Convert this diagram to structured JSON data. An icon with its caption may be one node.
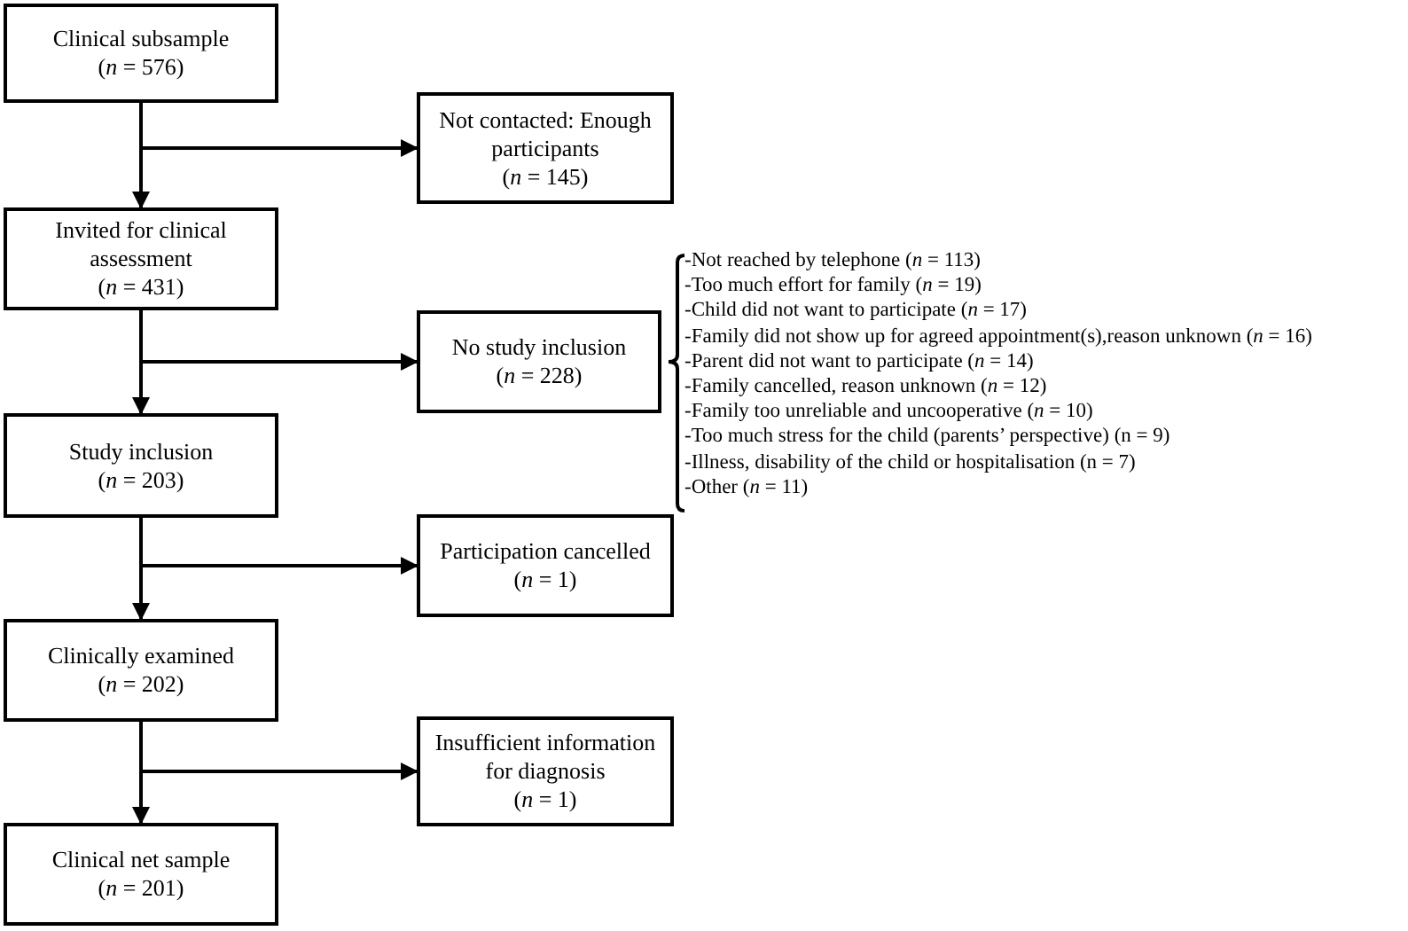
{
  "diagram": {
    "nodes": [
      {
        "text": [
          "Clinical subsample",
          "(*n* = 576)"
        ]
      },
      {
        "text": [
          "Not contacted: Enough participants",
          "(*n* = 145)"
        ]
      },
      {
        "text": [
          "Invited for clinical assessment",
          "(*n* = 431)"
        ]
      },
      {
        "text": [
          "No study inclusion",
          "(*n* = 228)"
        ],
        "beside": [
          "-Not reached by telephone (*n* = 113)",
          "-Too much effort for family (*n* = 19)",
          "-Child did not want to participate (*n* = 17)",
          "-Family did not show up for agreed appointment(s),reason unknown (*n* = 16)",
          "-Parent did not want to participate (*n* = 14)",
          "-Family cancelled, reason unknown (*n* = 12)",
          "-Family too unreliable and uncooperative (*n* = 10)",
          "-Too much stress for the child (parents’ perspective) (n = 9)",
          "-Illness, disability of the child or hospitalisation (n = 7)",
          "-Other (*n* = 11)"
        ]
      },
      {
        "text": [
          "Study inclusion",
          "(*n* = 203)"
        ]
      },
      {
        "text": [
          "Participation cancelled",
          "(*n* = 1)"
        ]
      },
      {
        "text": [
          "Clinically examined",
          "(*n* = 202)"
        ]
      },
      {
        "text": [
          "Insufficient information for diagnosis",
          "(*n* = 1)"
        ]
      },
      {
        "text": [
          "Clinical net sample",
          "(*n* = 201)"
        ]
      }
    ],
    "edges": [
      {
        "from": 0,
        "to": 2,
        "arrow": "to"
      },
      {
        "from": 0,
        "to": 1,
        "arrow": "to"
      },
      {
        "from": 2,
        "to": 4,
        "arrow": "to"
      },
      {
        "from": 2,
        "to": 3,
        "arrow": "to"
      },
      {
        "from": 4,
        "to": 6,
        "arrow": "to"
      },
      {
        "from": 4,
        "to": 5,
        "arrow": "to"
      },
      {
        "from": 6,
        "to": 8,
        "arrow": "to"
      },
      {
        "from": 6,
        "to": 7,
        "arrow": "to"
      }
    ]
  }
}
